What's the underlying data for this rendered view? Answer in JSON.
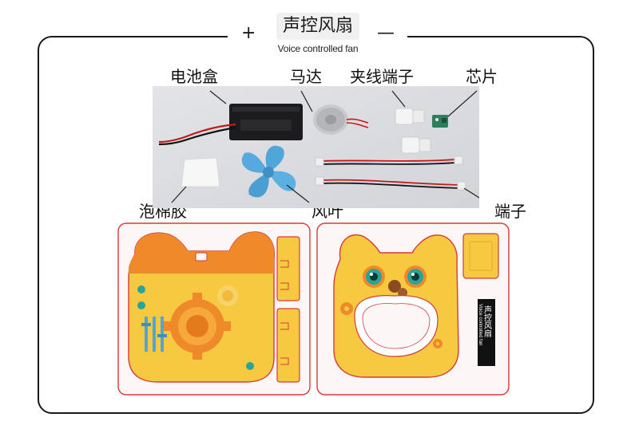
{
  "title": {
    "chinese": "声控风扇",
    "english": "Voice controlled fan",
    "plus": "+",
    "minus": "—"
  },
  "parts": {
    "battery_box": "电池盒",
    "motor": "马达",
    "clip_terminal": "夹线端子",
    "chip": "芯片",
    "foam_tape": "泡棉胶",
    "fan_blade": "风叶",
    "terminal": "端子"
  },
  "sheet_tag": {
    "chinese": "声控风扇",
    "english": "Voice controlled fan"
  },
  "colors": {
    "frame": "#1a1a1a",
    "photo_bg": "#d9dbe0",
    "sheet_outline": "#d63a3a",
    "sheet_yellow": "#f7c940",
    "sheet_orange": "#ee8a2a",
    "fan_blue": "#4fa6d9",
    "eye_teal": "#2aa39a"
  }
}
